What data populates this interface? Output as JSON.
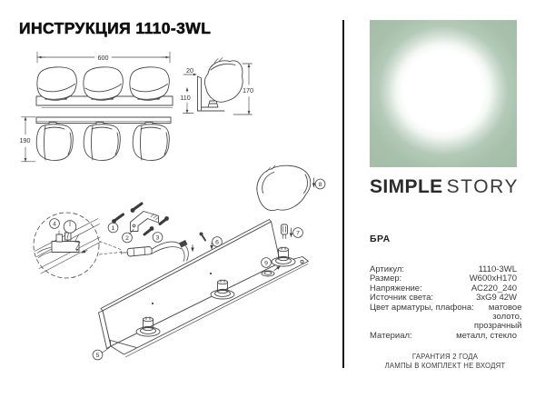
{
  "title": "ИНСТРУКЦИЯ 1110-3WL",
  "brand": {
    "bold": "SIMPLE",
    "light": "STORY"
  },
  "product": {
    "heading": "БРА"
  },
  "specs": [
    {
      "label": "Артикул:",
      "value": "1110-3WL"
    },
    {
      "label": "Размер:",
      "value": "W600xH170"
    },
    {
      "label": "Напряжение:",
      "value": "AC220_240"
    },
    {
      "label": "Источник света:",
      "value": "3xG9 42W"
    },
    {
      "label": "Цвет арматуры, плафона:",
      "value": "матовое\nзолото, прозрачный"
    },
    {
      "label": "Материал:",
      "value": "металл, стекло"
    }
  ],
  "footer": {
    "line1": "ГАРАНТИЯ 2 ГОДА",
    "line2": "ЛАМПЫ В КОМПЛЕКТ НЕ ВХОДЯТ"
  },
  "drawings": {
    "dims": {
      "width": "600",
      "thickness": "20",
      "plate_height": "110",
      "height": "170",
      "body_height": "190"
    },
    "callouts": [
      "1",
      "2",
      "3",
      "4",
      "5",
      "6",
      "7",
      "8",
      "9"
    ]
  },
  "colors": {
    "logo_green": "#a6c0aa",
    "line_art": "#4a4a4a"
  }
}
